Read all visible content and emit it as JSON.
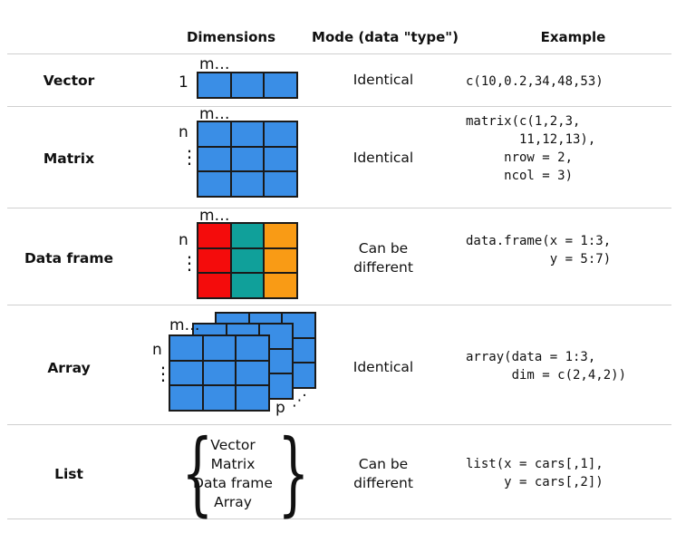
{
  "headers": {
    "dimensions": "Dimensions",
    "mode": "Mode (data \"type\")",
    "example": "Example"
  },
  "colors": {
    "blue": "#3a8ee6",
    "red": "#f40c0c",
    "teal": "#10a09a",
    "orange": "#f99b15",
    "border": "#1a1a1a"
  },
  "rows": [
    {
      "name": "Vector",
      "mode": "Identical",
      "example": "c(10,0.2,34,48,53)",
      "dim_m": "m…",
      "dim_rows": "1"
    },
    {
      "name": "Matrix",
      "mode": "Identical",
      "example": "matrix(c(1,2,3,\n       11,12,13),\n     nrow = 2,\n     ncol = 3)",
      "dim_m": "m…",
      "dim_n": "n",
      "dim_dots": "⋮"
    },
    {
      "name": "Data frame",
      "mode": "Can be\ndifferent",
      "example": "data.frame(x = 1:3,\n           y = 5:7)",
      "dim_m": "m…",
      "dim_n": "n",
      "dim_dots": "⋮"
    },
    {
      "name": "Array",
      "mode": "Identical",
      "example": "array(data = 1:3,\n      dim = c(2,4,2))",
      "dim_m": "m…",
      "dim_n": "n",
      "dim_dots": "⋮",
      "dim_p": "p",
      "dim_pdots": "⋰"
    },
    {
      "name": "List",
      "mode": "Can be\ndifferent",
      "example": "list(x = cars[,1],\n     y = cars[,2])",
      "list_items": [
        "Vector",
        "Matrix",
        "Data frame",
        "Array"
      ]
    }
  ]
}
